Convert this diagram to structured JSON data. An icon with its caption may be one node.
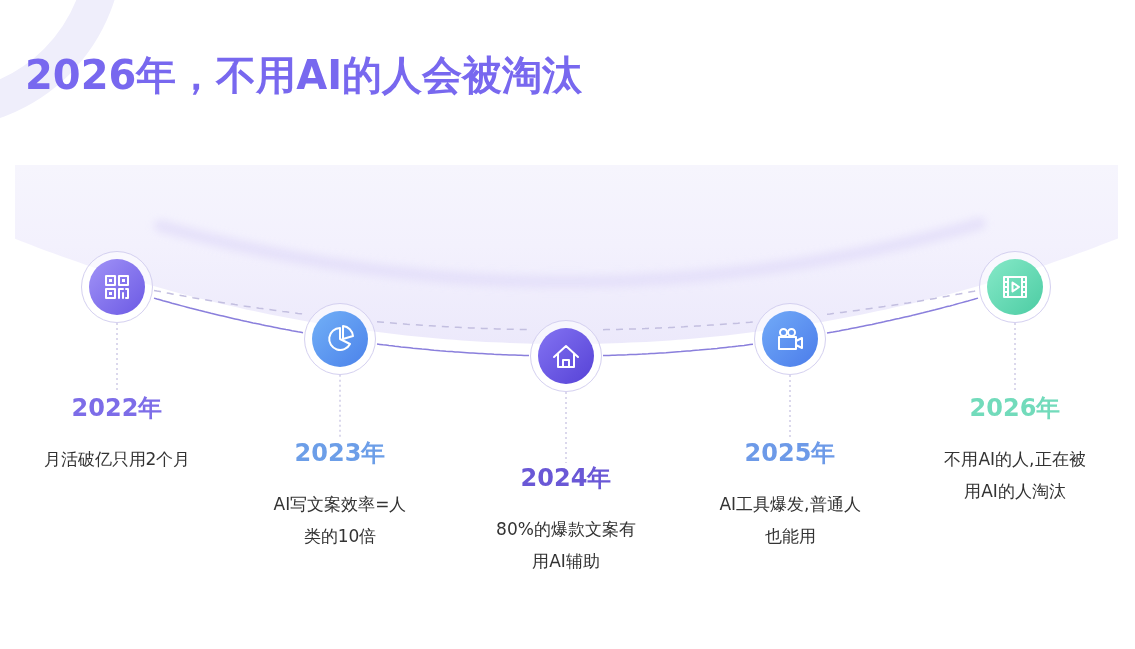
{
  "diagram": {
    "title": "2026年，不用AI的人会被淘汰",
    "nodes": [
      {
        "text": [],
        "shape": "circle"
      },
      {
        "text": [
          "2022年",
          "月活破亿只用2个月"
        ]
      },
      {
        "text": [],
        "shape": "circle"
      },
      {
        "text": [
          "2023年",
          "AI写文案效率=人类的10倍"
        ]
      },
      {
        "text": [],
        "shape": "circle"
      },
      {
        "text": [
          "2024年",
          "80%的爆款文案有用AI辅助"
        ]
      },
      {
        "text": [],
        "shape": "circle"
      },
      {
        "text": [
          "2025年",
          "AI工具爆发,普通人也能用"
        ]
      },
      {
        "text": [],
        "shape": "circle"
      },
      {
        "text": [
          "2026年",
          "不用AI的人,正在被用AI的人淘汰"
        ]
      }
    ],
    "edges": [
      {
        "from": 0,
        "to": 1,
        "arrow": "none",
        "style": "dashed"
      },
      {
        "from": 2,
        "to": 3,
        "arrow": "none",
        "style": "dashed"
      },
      {
        "from": 4,
        "to": 5,
        "arrow": "none",
        "style": "dashed"
      },
      {
        "from": 6,
        "to": 7,
        "arrow": "none",
        "style": "dashed"
      },
      {
        "from": 8,
        "to": 9,
        "arrow": "none",
        "style": "dashed"
      },
      {
        "from": 0,
        "to": 2,
        "arrow": "none",
        "color": "#8a7fdc"
      },
      {
        "from": 2,
        "to": 4,
        "arrow": "none",
        "color": "#8a7fdc"
      },
      {
        "from": 4,
        "to": 6,
        "arrow": "none",
        "color": "#8a7fdc"
      },
      {
        "from": 6,
        "to": 8,
        "arrow": "none",
        "color": "#8a7fdc"
      },
      {
        "from": 0,
        "to": 2,
        "arrow": "none",
        "style": "dashed"
      },
      {
        "from": 2,
        "to": 4,
        "arrow": "none",
        "style": "dashed"
      },
      {
        "from": 4,
        "to": 6,
        "arrow": "none",
        "style": "dashed"
      },
      {
        "from": 6,
        "to": 8,
        "arrow": "none",
        "style": "dashed"
      }
    ]
  }
}
